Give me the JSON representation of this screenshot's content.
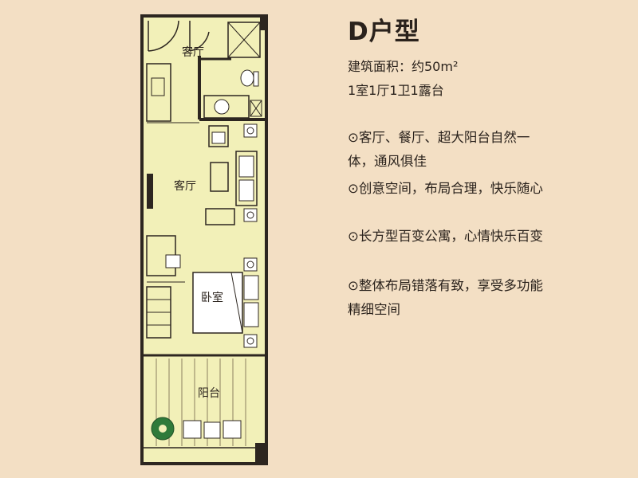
{
  "title": "D户型",
  "area_line": "建筑面积：约50m²",
  "layout_line": "1室1厅1卫1露台",
  "features": [
    "⊙客厅、餐厅、超大阳台自然一体，通风俱佳",
    "⊙创意空间，布局合理，快乐随心",
    "⊙长方型百变公寓，心情快乐百变",
    "⊙整体布局错落有致，享受多功能精细空间"
  ],
  "rooms": {
    "living": "客厅",
    "living_small": "客厅",
    "bedroom": "卧室",
    "balcony": "阳台"
  },
  "colors": {
    "background": "#f3dfc4",
    "floor": "#f2f0b8",
    "wall": "#2d2620"
  }
}
